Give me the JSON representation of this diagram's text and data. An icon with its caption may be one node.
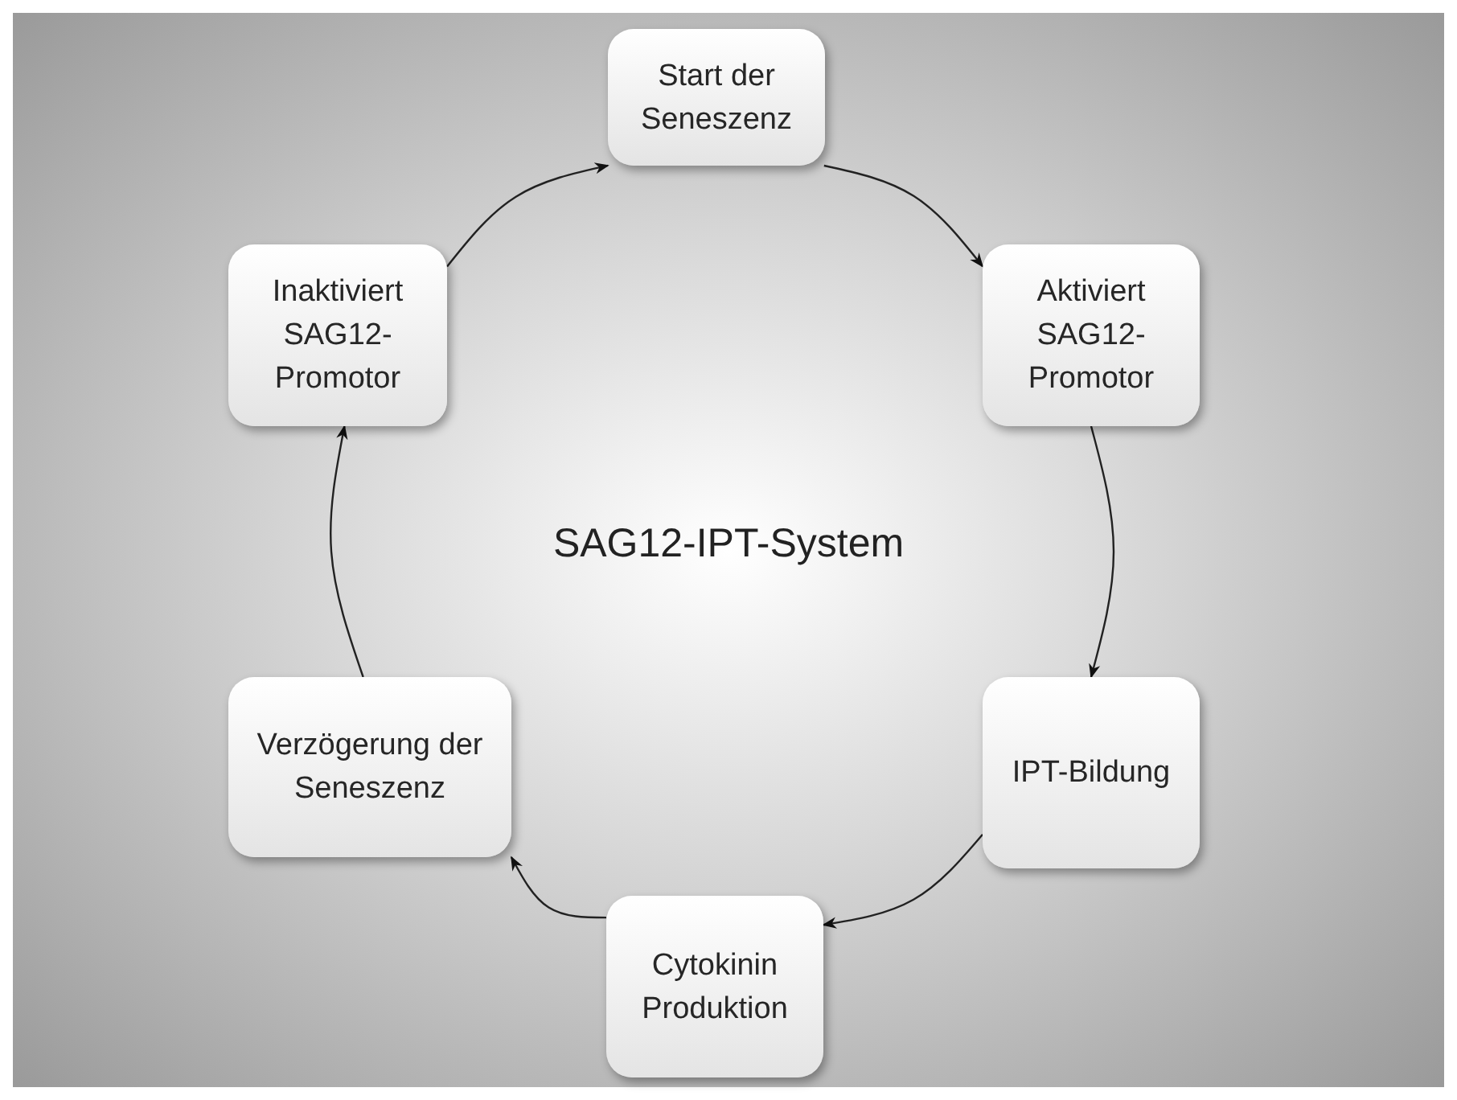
{
  "diagram": {
    "title": "SAG12-IPT-System",
    "nodes": [
      {
        "text": [
          "Start der Seneszenz"
        ]
      },
      {
        "text": [
          "Aktiviert SAG12- Promotor"
        ]
      },
      {
        "text": [
          "IPT-Bildung"
        ]
      },
      {
        "text": [
          "Cytokinin Produktion"
        ]
      },
      {
        "text": [
          "Verzögerung der Seneszenz"
        ]
      },
      {
        "text": [
          "Inaktiviert SAG12- Promotor"
        ]
      }
    ],
    "edges": [
      {
        "from": 0,
        "to": 1,
        "arrow": "to"
      },
      {
        "from": 1,
        "to": 2,
        "arrow": "to"
      },
      {
        "from": 2,
        "to": 3,
        "arrow": "to"
      },
      {
        "from": 3,
        "to": 4,
        "arrow": "to"
      },
      {
        "from": 4,
        "to": 5,
        "arrow": "to"
      },
      {
        "from": 5,
        "to": 0,
        "arrow": "to"
      }
    ]
  }
}
